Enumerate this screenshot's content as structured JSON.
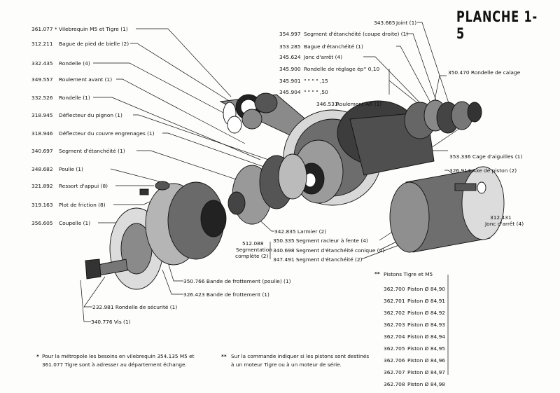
{
  "title": "PLANCHE 1-5",
  "left_parts": [
    {
      "ref": "361.077",
      "label": "* Vilebrequin M5 et Tigre (1)"
    },
    {
      "ref": "312.211",
      "label": "Bague de pied de bielle (2)"
    },
    {
      "ref": "332.435",
      "label": "Rondelle (4)"
    },
    {
      "ref": "349.557",
      "label": "Roulement avant (1)"
    },
    {
      "ref": "332.526",
      "label": "Rondelle (1)"
    },
    {
      "ref": "318.945",
      "label": "Déflecteur du pignon (1)"
    },
    {
      "ref": "318.946",
      "label": "Déflecteur du couvre engrenages (1)"
    },
    {
      "ref": "340.697",
      "label": "Segment d'étanchéité (1)"
    },
    {
      "ref": "348.682",
      "label": "Poulie (1)"
    },
    {
      "ref": "321.892",
      "label": "Ressort d'appui (8)"
    },
    {
      "ref": "319.163",
      "label": "Plot de friction (8)"
    },
    {
      "ref": "356.605",
      "label": "Coupelle (1)"
    }
  ],
  "top_right_parts": [
    {
      "ref": "343.665",
      "label": "Joint (1)"
    },
    {
      "ref": "354.997",
      "label": "Segment d'étanchéité (coupe droite) (1)"
    },
    {
      "ref": "353.285",
      "label": "Bague d'étanchéité (1)"
    },
    {
      "ref": "345.624",
      "label": "Jonc d'arrêt (4)"
    },
    {
      "ref": "345.900",
      "label": "Rondelle de réglage ép'' 0,10"
    },
    {
      "ref": "345.901",
      "label": "\"     \"     \"     \"     ,15"
    },
    {
      "ref": "345.904",
      "label": "\"     \"     \"     \"     ,50"
    },
    {
      "ref": "346.531",
      "label": "Roulement AR (1)"
    }
  ],
  "right_labels": {
    "rondelle_calage": "350.470 Rondelle de calage",
    "cage_aiguilles": "353.336 Cage d'aiguilles (1)",
    "axe_piston": "326.914 Axe de piston (2)",
    "jonc_arret_ref": "312.431",
    "jonc_arret": "Jonc d'arrêt (4)"
  },
  "center_labels": {
    "larmier": "342.835 Larmier (2)",
    "segmentation_ref": "512.088",
    "segmentation_1": "Segmentation",
    "segmentation_2": "complète (2)",
    "seg1": "350.335 Segment racleur à fente (4)",
    "seg2": "340.698 Segment d'étanchéité conique (4)",
    "seg3": "347.491 Segment d'étanchéité (2)"
  },
  "bottom_labels": {
    "bande1": "350.766 Bande de frottement (poulie) (1)",
    "bande2": "326.423 Bande de frottement (1)",
    "rondelle_securite": "232.981 Rondelle de sécurité (1)",
    "vis": "340.776 Vis (1)"
  },
  "pistons": {
    "heading": "Pistons Tigre et M5",
    "heading_mark": "**",
    "items": [
      {
        "ref": "362.700",
        "label": "Piston Ø 84,90"
      },
      {
        "ref": "362.701",
        "label": "Piston Ø 84,91"
      },
      {
        "ref": "362.702",
        "label": "Piston Ø 84,92"
      },
      {
        "ref": "362.703",
        "label": "Piston Ø 84,93"
      },
      {
        "ref": "362.704",
        "label": "Piston Ø 84,94"
      },
      {
        "ref": "362.705",
        "label": "Piston Ø 84,95"
      },
      {
        "ref": "362.706",
        "label": "Piston Ø 84,96"
      },
      {
        "ref": "362.707",
        "label": "Piston Ø 84,97"
      },
      {
        "ref": "362.708",
        "label": "Piston Ø 84,98"
      }
    ]
  },
  "notes": {
    "note1_mark": "*",
    "note1_line1": "Pour la métropole les besoins en vilebrequin 354.135 M5 et",
    "note1_line2": "361.077 Tigre sont à adresser au département échange.",
    "note2_mark": "**",
    "note2_line1": "Sur la commande indiquer si les pistons sont destinés",
    "note2_line2": "à un moteur Tigre ou à un moteur de série."
  }
}
